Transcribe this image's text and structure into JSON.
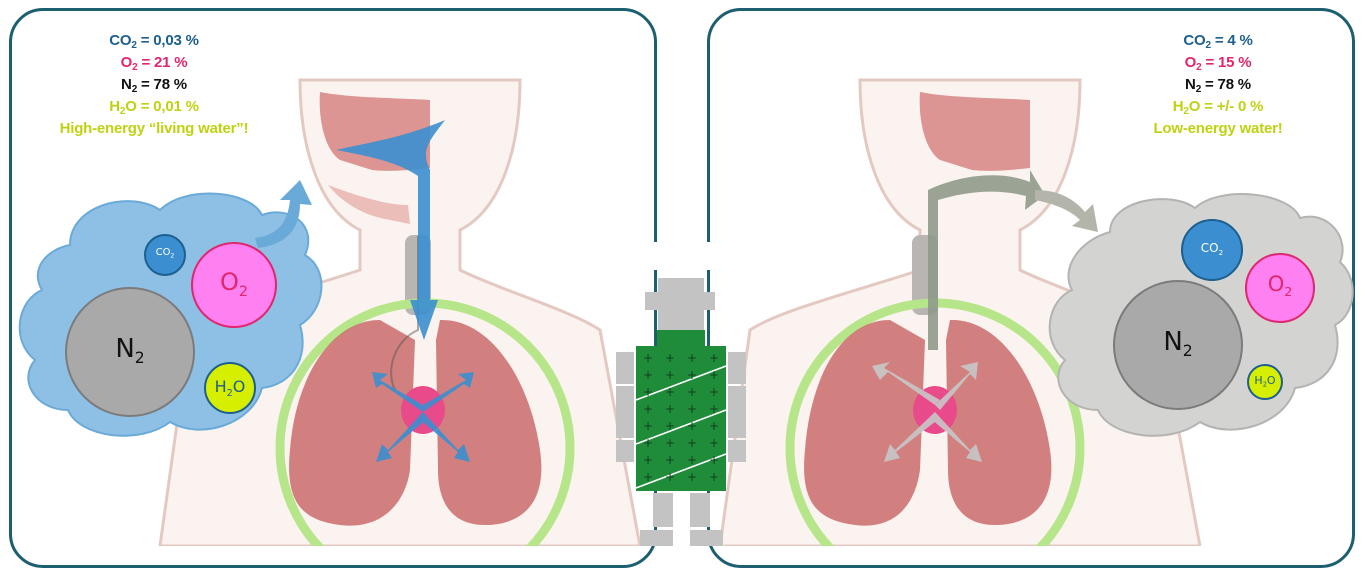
{
  "left_panel": {
    "stats": {
      "co2": {
        "formula": "CO",
        "sub": "2",
        "value": "= 0,03 %"
      },
      "o2": {
        "formula": "O",
        "sub": "2",
        "value": "= 21 %"
      },
      "n2": {
        "formula": "N",
        "sub": "2",
        "value": "= 78 %"
      },
      "h2o": {
        "formula": "H",
        "sub": "2",
        "rest": "O",
        "value": "= 0,01 %"
      },
      "note": "High-energy “living water”!"
    },
    "molecules": {
      "co2": {
        "main": "CO",
        "sub": "2"
      },
      "o2": {
        "main": "O",
        "sub": "2"
      },
      "n2": {
        "main": "N",
        "sub": "2"
      },
      "h2o": {
        "pre": "H",
        "sub": "2",
        "post": "O"
      }
    }
  },
  "right_panel": {
    "stats": {
      "co2": {
        "formula": "CO",
        "sub": "2",
        "value": "= 4 %"
      },
      "o2": {
        "formula": "O",
        "sub": "2",
        "value": "= 15 %"
      },
      "n2": {
        "formula": "N",
        "sub": "2",
        "value": "= 78 %"
      },
      "h2o": {
        "formula": "H",
        "sub": "2",
        "rest": "O",
        "value": "= +/- 0 %"
      },
      "note": "Low-energy water!"
    },
    "molecules": {
      "co2": {
        "main": "CO",
        "sub": "2"
      },
      "o2": {
        "main": "O",
        "sub": "2"
      },
      "n2": {
        "main": "N",
        "sub": "2"
      },
      "h2o": {
        "pre": "H",
        "sub": "2",
        "post": "O"
      }
    }
  },
  "colors": {
    "border": "#1d5f70",
    "co2_text": "#1d5f8e",
    "o2_text": "#e0266e",
    "h2o_text": "#bfd212",
    "inhale_arrow": "#3b8fd0",
    "exhale_arrow": "#8f9a8a",
    "cloud_left": "#8ec0e6",
    "cloud_right": "#d3d3d1",
    "n2_circle": "#a9a9a9",
    "o2_circle": "#ff80f0",
    "co2_circle": "#3b8fd0",
    "h2o_circle": "#d6ee00",
    "figure_body": "#1f8c3a",
    "figure_gray": "#c3c3c3",
    "lung_ring": "#b6e58a"
  },
  "icons": [
    "cloud-icon",
    "arrow-icon",
    "lungs-icon",
    "robot-figure-icon"
  ]
}
